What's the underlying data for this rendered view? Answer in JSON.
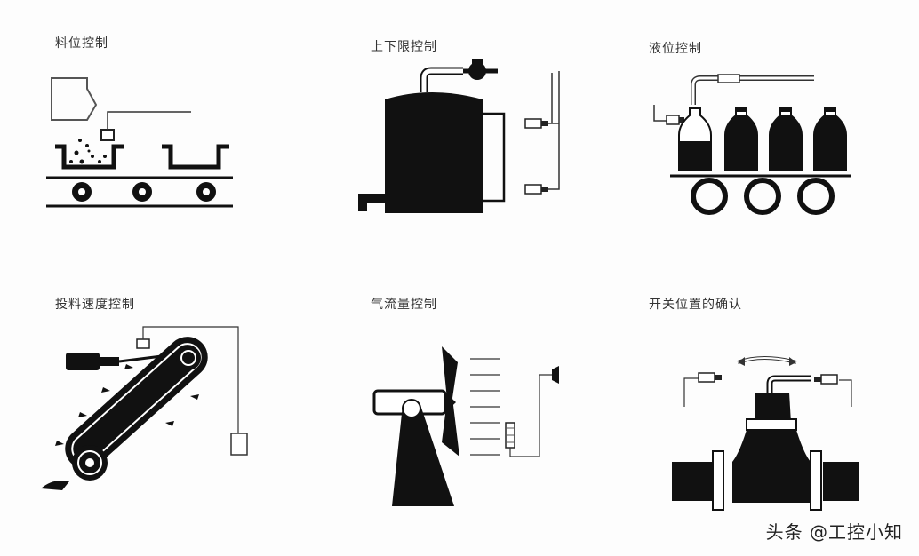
{
  "panels": [
    {
      "caption": "料位控制"
    },
    {
      "caption": "上下限控制"
    },
    {
      "caption": "液位控制"
    },
    {
      "caption": "投料速度控制"
    },
    {
      "caption": "气流量控制"
    },
    {
      "caption": "开关位置的确认"
    }
  ],
  "watermark": "头条 @工控小知",
  "colors": {
    "ink": "#111111",
    "line": "#333333",
    "background": "#fdfdfd"
  }
}
